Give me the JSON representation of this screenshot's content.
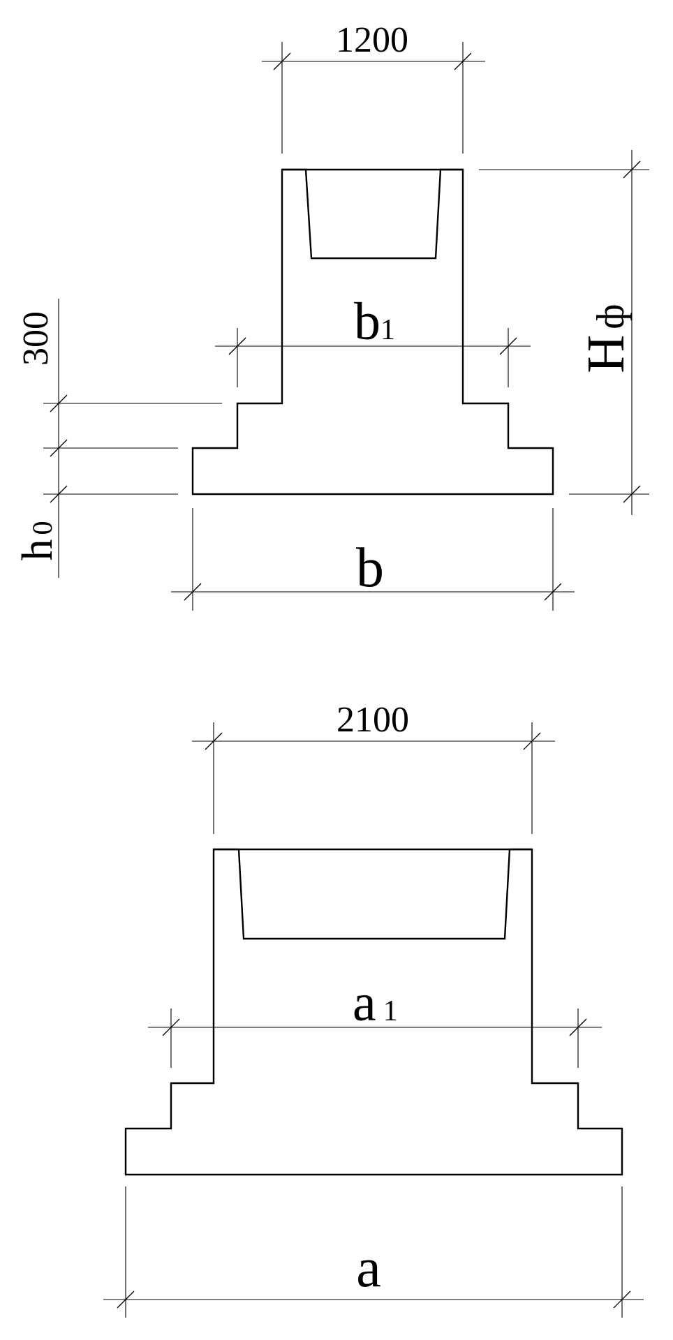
{
  "top_view": {
    "dim_top": "1200",
    "dim_step_width": "b",
    "dim_step_width_sub": "1",
    "dim_base": "b",
    "dim_height": "H",
    "dim_height_sub": "ф",
    "dim_step_height": "300",
    "dim_base_height": "h",
    "dim_base_height_sub": "0"
  },
  "bottom_view": {
    "dim_top": "2100",
    "dim_step_width": "a",
    "dim_step_width_sub": "1",
    "dim_base": "a"
  }
}
